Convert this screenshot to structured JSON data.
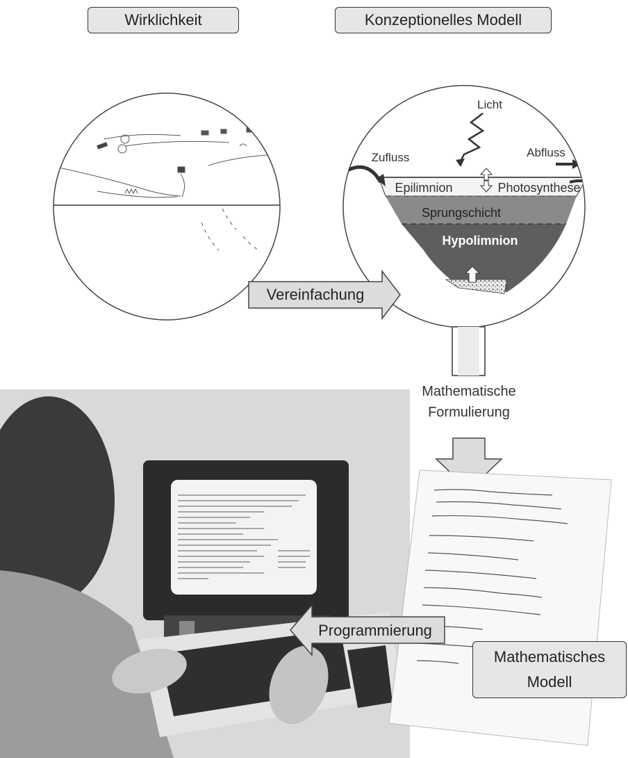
{
  "labels": {
    "reality": "Wirklichkeit",
    "conceptual_model": "Konzeptionelles Modell",
    "simplification": "Vereinfachung",
    "math_formulation_line1": "Mathematische",
    "math_formulation_line2": "Formulierung",
    "programming": "Programmierung",
    "math_model_line1": "Mathematisches",
    "math_model_line2": "Modell"
  },
  "lake_diagram": {
    "light": "Licht",
    "inflow": "Zufluss",
    "outflow": "Abfluss",
    "epilimnion": "Epilimnion",
    "photosynthesis": "Photosynthese",
    "thermocline": "Sprungschicht",
    "hypolimnion": "Hypolimnion"
  },
  "colors": {
    "box_fill": "#e6e6e6",
    "water_surface": "#cfcfcf",
    "thermocline": "#8a8a8a",
    "hypolimnion": "#5e5e5e",
    "arrow_fill": "#dcdcdc"
  }
}
